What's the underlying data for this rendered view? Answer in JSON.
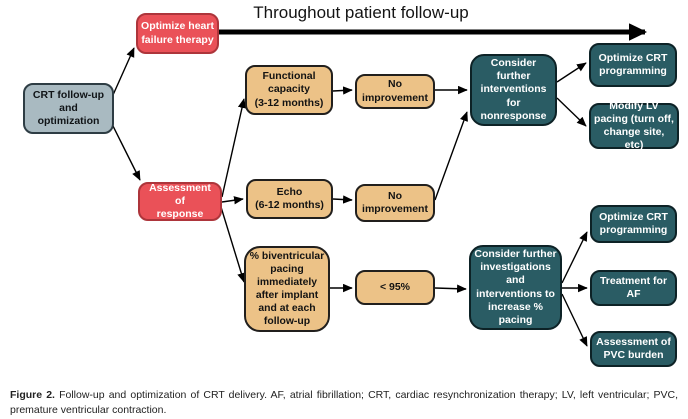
{
  "figure": {
    "banner_title": "Throughout patient follow-up",
    "nodes": {
      "crt_followup": "CRT follow-up\nand\noptimization",
      "optimize_hf": "Optimize heart\nfailure therapy",
      "assessment_response": "Assessment of\nresponse",
      "functional_capacity": "Functional\ncapacity\n(3-12 months)",
      "echo": "Echo\n(6-12 months)",
      "biv_pacing": "% biventricular\npacing\nimmediately\nafter implant\nand at each\nfollow-up",
      "no_improvement_1": "No\nimprovement",
      "no_improvement_2": "No\nimprovement",
      "lt_95": "< 95%",
      "consider_interventions": "Consider\nfurther\ninterventions\nfor\nnonresponse",
      "consider_investigations": "Consider further\ninvestigations\nand\ninterventions to\nincrease %\npacing",
      "optimize_crt_1": "Optimize CRT\nprogramming",
      "modify_lv": "Modify LV\npacing (turn off,\nchange site, etc)",
      "optimize_crt_2": "Optimize CRT\nprogramming",
      "treatment_af": "Treatment for\nAF",
      "pvc_burden": "Assessment of\nPVC burden"
    },
    "colors": {
      "gray_node": "#a9bac1",
      "red_node": "#ea5158",
      "tan_node": "#ecc287",
      "teal_node": "#2a5c64",
      "arrow": "#000000"
    }
  },
  "caption": {
    "label": "Figure 2.",
    "text": " Follow-up and optimization of CRT delivery. AF, atrial fibrillation; CRT, cardiac resynchronization therapy; LV, left ventricular; PVC, premature ventricular contraction."
  }
}
